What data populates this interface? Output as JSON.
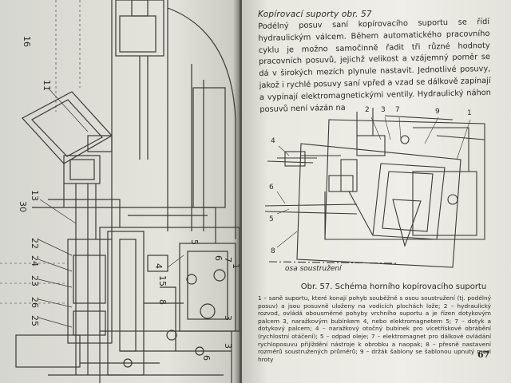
{
  "left_page": {
    "callouts": [
      "16",
      "11",
      "30",
      "13",
      "22",
      "24",
      "23",
      "26",
      "25",
      "15",
      "8",
      "7",
      "6",
      "6",
      "3",
      "3",
      "1",
      "4",
      "5"
    ]
  },
  "right_page": {
    "section_title": "Kopírovací suporty obr. 57",
    "paragraph": "Podélný posuv saní kopírovacího suportu se řídí hydraulickým válcem. Během automatického pracovního cyklu je možno samočinně řadit tři různé hodnoty pracovních posuvů, jejichž velikost a vzájemný poměr se dá v širokých mezích plynule nastavit. Jednotlivé posuvy, jakož i rychlé posuvy saní vpřed a vzad se dálkově zapínají a vypínají elektromagnetickými ventily. Hydraulický náhon posuvů není vázán na",
    "figure": {
      "numbers": [
        "2",
        "3",
        "7",
        "9",
        "1",
        "4",
        "6",
        "5",
        "8"
      ],
      "axis_label": "osa soustružení"
    },
    "caption_title": "Obr. 57. Schéma horního kopírovacího suportu",
    "legend": "1 – saně suportu, které konají pohyb souběžně s osou soustružení (tj. podélný posuv) a jsou posuvně uloženy na vodicích plochách lože; 2 – hydraulický rozvod, ovládá obousměrné pohyby vrchního suportu a je řízen dotykovým palcem 3, naražkovým bubínkem 4, nebo elektromagnetem 5; 7 – dotyk a dotykový palcem; 4 – naražkový otočný bubínek pro vícetřískové obrábění (rychlostní otáčení); 5 – odpad oleje; 7 – elektromagnet pro dálkové ovládání rychloposuvu přijíždění nástroje k obrobku a naopak; 8 – přesně nastavení rozměrů soustružených průměrů; 9 – držák šablony se šablonou upnutý mezi hroty",
    "page_number": "67"
  }
}
